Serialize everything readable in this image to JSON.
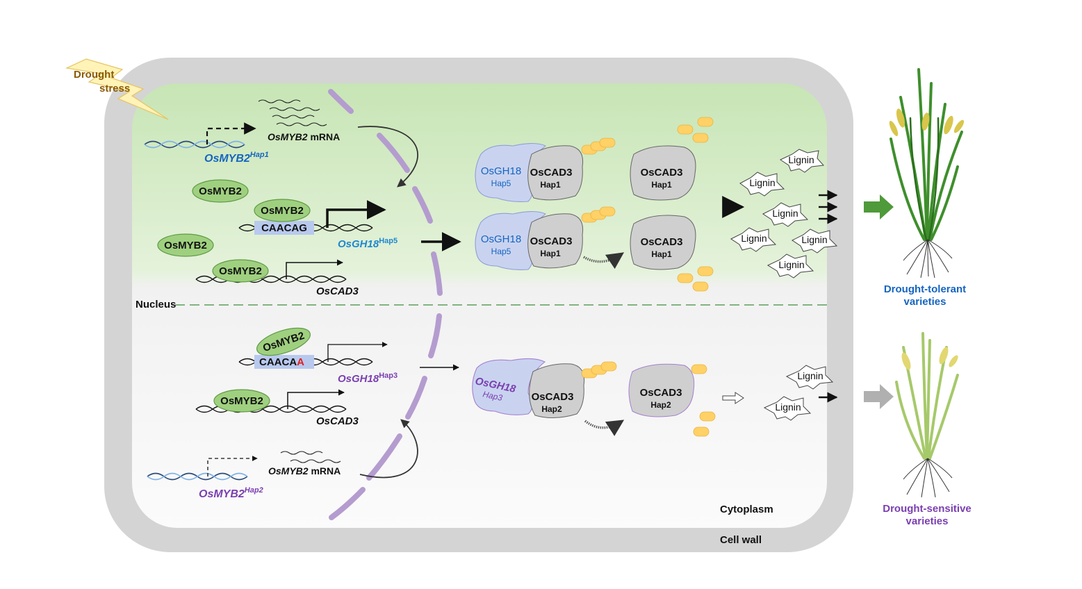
{
  "labels": {
    "drought_1": "Drought",
    "drought_2": "stress",
    "nucleus": "Nucleus",
    "cytoplasm": "Cytoplasm",
    "cell_wall": "Cell wall",
    "tolerant_1": "Drought-tolerant",
    "tolerant_2": "varieties",
    "sensitive_1": "Drought-sensitive",
    "sensitive_2": "varieties"
  },
  "genes": {
    "myb2": "OsMYB2",
    "hap1": "Hap1",
    "hap2": "Hap2",
    "hap3": "Hap3",
    "hap5": "Hap5",
    "mrna": "mRNA",
    "gh18": "OsGH18",
    "cad3": "OsCAD3"
  },
  "proteins": {
    "myb2": "OsMYB2",
    "gh18": "OsGH18",
    "cad3": "OsCAD3",
    "hap1": "Hap1",
    "hap2": "Hap2",
    "hap3": "Hap3",
    "hap5": "Hap5"
  },
  "motifs": {
    "top": "CAACAG",
    "bottom_prefix": "CAACA",
    "bottom_snp": "A"
  },
  "lignin": "Lignin",
  "colors": {
    "nucleus_top": "#c5e3b4",
    "cytoplasm": "#f2f2f2",
    "cell_wall": "#d4d4d4",
    "protein_green": "#9fd07f",
    "gh18_blue": "#c9d3f0",
    "cad3_gray": "#cfcfcf",
    "membrane_purple": "#b49ccf",
    "substrate_yellow": "#ffd166",
    "blue_text": "#1565c0",
    "purple_text": "#7a3fb0",
    "snp_red": "#e02020",
    "arrow_green": "#4f9a3a",
    "arrow_gray": "#b0b0b0"
  }
}
